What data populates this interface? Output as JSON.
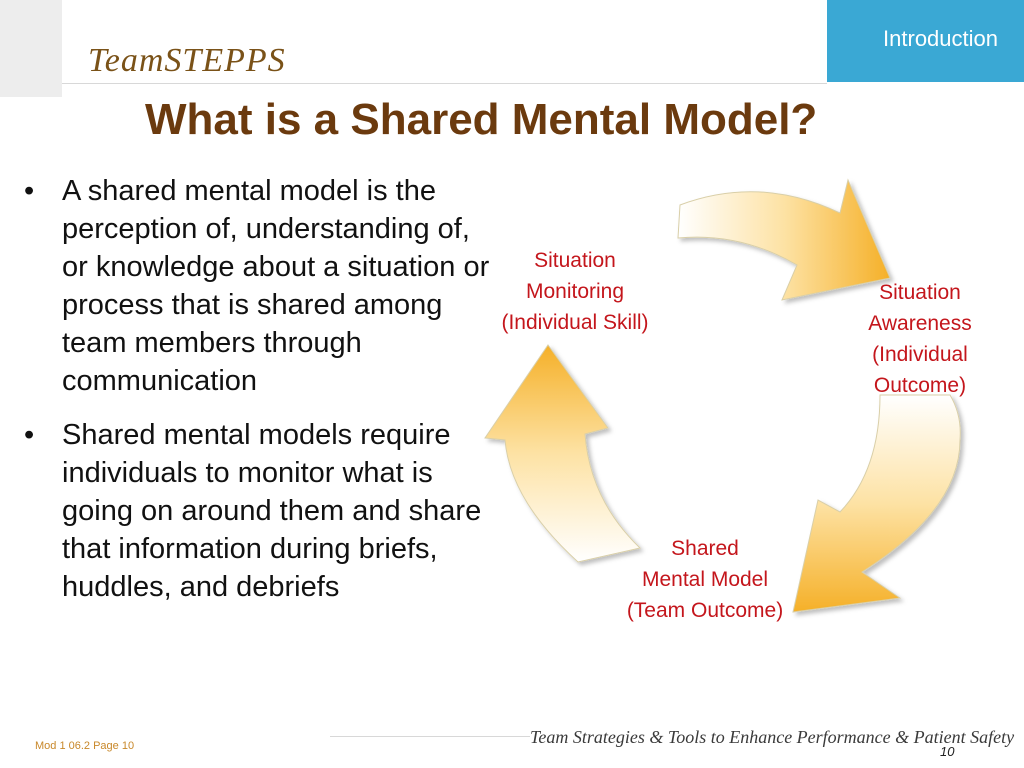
{
  "header": {
    "logo_text": "TeamSTEPPS",
    "section_label": "Introduction"
  },
  "slide": {
    "title": "What is a Shared Mental Model?",
    "bullets": [
      "A shared mental model is the perception of, understanding of, or knowledge about a situation or process that is shared among team members through communication",
      "Shared mental models require individuals to monitor what is going on around them and share that information during briefs, huddles, and debriefs"
    ],
    "bullet_glyph": "•"
  },
  "diagram": {
    "arrow_color": "#f5b028",
    "label_color": "#c4161c",
    "nodes": [
      "Situation\nMonitoring\n(Individual Skill)",
      "Situation\nAwareness\n(Individual\nOutcome)",
      "Shared\nMental Model\n(Team Outcome)"
    ]
  },
  "footer": {
    "left_text": "Mod 1 06.2   Page 10",
    "tagline": "Team Strategies & Tools to Enhance Performance & Patient Safety",
    "page_number": "10"
  }
}
